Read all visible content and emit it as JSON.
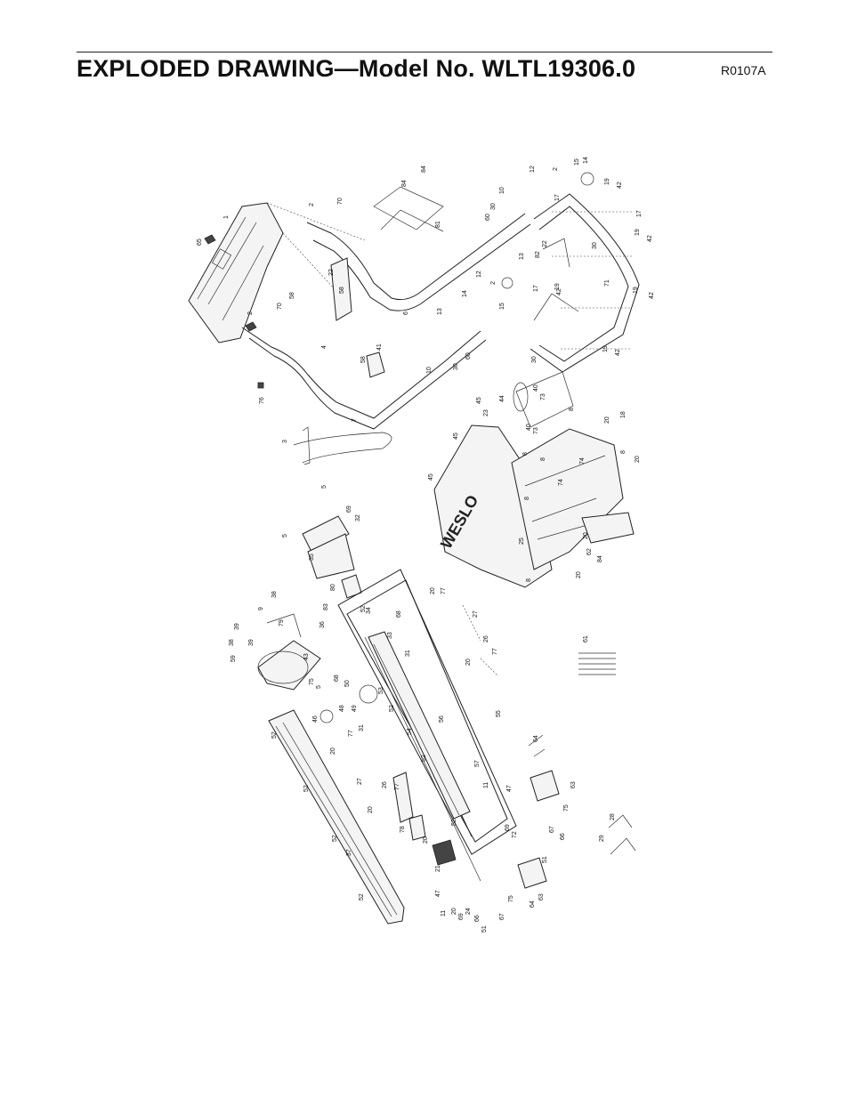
{
  "header": {
    "title": "EXPLODED DRAWING—Model No. WLTL19306.0",
    "reference_code": "R0107A"
  },
  "drawing": {
    "brand_logo_text": "WESLO",
    "part_callouts": [
      "1",
      "2",
      "2",
      "2",
      "2",
      "3",
      "4",
      "5",
      "5",
      "5",
      "6",
      "7",
      "8",
      "8",
      "8",
      "8",
      "8",
      "8",
      "9",
      "10",
      "10",
      "11",
      "11",
      "12",
      "12",
      "13",
      "13",
      "14",
      "14",
      "15",
      "15",
      "17",
      "17",
      "17",
      "18",
      "19",
      "19",
      "19",
      "19",
      "19",
      "20",
      "20",
      "20",
      "20",
      "20",
      "20",
      "20",
      "20",
      "20",
      "20",
      "21",
      "22",
      "22",
      "23",
      "24",
      "25",
      "26",
      "26",
      "27",
      "27",
      "28",
      "29",
      "30",
      "30",
      "30",
      "30",
      "31",
      "31",
      "32",
      "33",
      "34",
      "35",
      "36",
      "37",
      "38",
      "38",
      "39",
      "39",
      "40",
      "40",
      "41",
      "42",
      "42",
      "42",
      "42",
      "42",
      "43",
      "44",
      "45",
      "45",
      "45",
      "46",
      "47",
      "47",
      "48",
      "49",
      "50",
      "51",
      "51",
      "52",
      "52",
      "52",
      "52",
      "52",
      "52",
      "52",
      "52",
      "53",
      "54",
      "55",
      "56",
      "57",
      "58",
      "58",
      "58",
      "59",
      "60",
      "60",
      "61",
      "62",
      "63",
      "63",
      "64",
      "64",
      "65",
      "66",
      "66",
      "67",
      "67",
      "68",
      "68",
      "69",
      "69",
      "69",
      "70",
      "70",
      "71",
      "72",
      "73",
      "73",
      "74",
      "74",
      "75",
      "75",
      "75",
      "76",
      "77",
      "77",
      "77",
      "77",
      "78",
      "79",
      "80",
      "81",
      "82",
      "83",
      "84",
      "84",
      "84"
    ]
  }
}
